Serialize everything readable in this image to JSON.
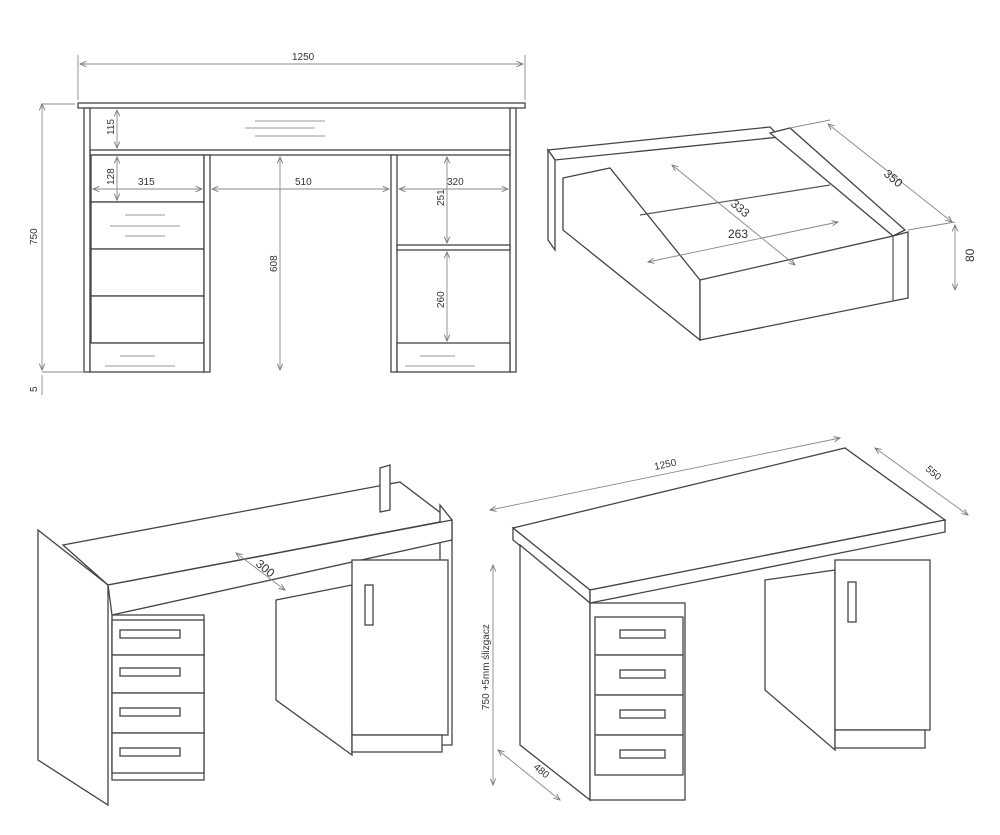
{
  "front_view": {
    "width": "1250",
    "height": "750",
    "top_space": "115",
    "drawer_height": "128",
    "drawer_width": "315",
    "knee_width": "510",
    "cabinet_width": "320",
    "knee_height": "608",
    "upper_shelf": "251",
    "lower_shelf": "260",
    "glide": "5"
  },
  "drawer_view": {
    "depth": "350",
    "inner_depth": "333",
    "inner_width": "263",
    "height": "80"
  },
  "open_view": {
    "shelf_depth": "300"
  },
  "iso_view": {
    "width": "1250",
    "depth": "550",
    "height": "750 +5mm ślizgacz",
    "pedestal_depth": "480"
  }
}
